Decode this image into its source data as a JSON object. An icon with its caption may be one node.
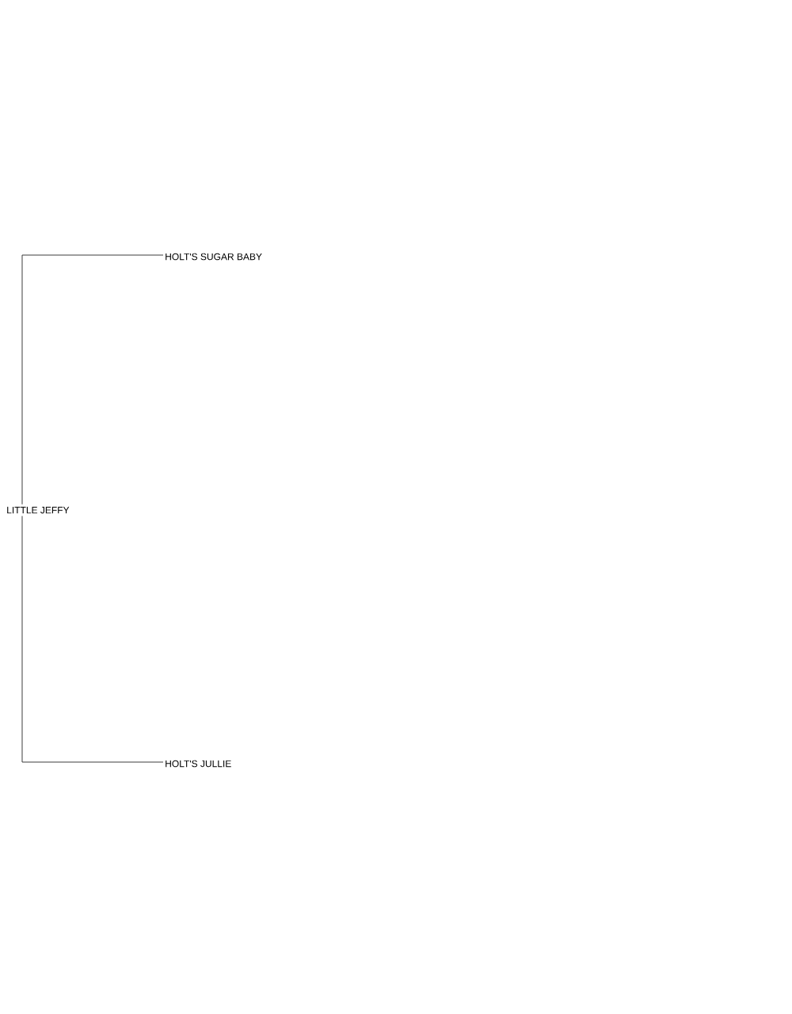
{
  "diagram": {
    "nodes": [
      {
        "text": [
          "LITTLE JEFFY"
        ]
      },
      {
        "text": [
          "HOLT'S SUGAR BABY"
        ]
      },
      {
        "text": [
          "HOLT'S JULLIE"
        ]
      }
    ],
    "edges": [
      {
        "from": 0,
        "to": 1,
        "arrow": "none"
      },
      {
        "from": 0,
        "to": 2,
        "arrow": "none"
      }
    ]
  }
}
